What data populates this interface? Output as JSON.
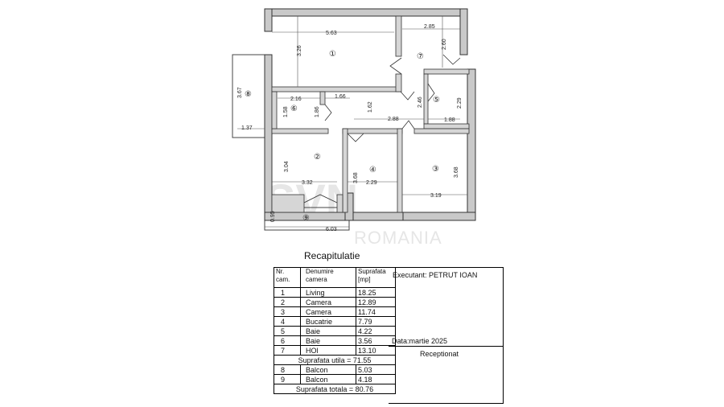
{
  "watermark": {
    "brand": "SVN",
    "country": "ROMANIA"
  },
  "plan": {
    "rooms": [
      {
        "id": "1",
        "label": "①"
      },
      {
        "id": "2",
        "label": "②"
      },
      {
        "id": "3",
        "label": "③"
      },
      {
        "id": "4",
        "label": "④"
      },
      {
        "id": "5",
        "label": "⑤"
      },
      {
        "id": "6",
        "label": "⑥"
      },
      {
        "id": "7",
        "label": "⑦"
      },
      {
        "id": "8",
        "label": "⑧"
      },
      {
        "id": "9",
        "label": "⑨"
      }
    ],
    "dimensions": [
      "5.63",
      "3.26",
      "2.85",
      "2.60",
      "3.67",
      "2.16",
      "1.66",
      "1.58",
      "1.86",
      "1.62",
      "2.46",
      "2.29",
      "2.88",
      "1.88",
      "1.37",
      "3.04",
      "3.32",
      "3.68",
      "2.29",
      "3.68",
      "3.19",
      "0.95",
      "6.03"
    ]
  },
  "recap": {
    "title": "Recapitulatie",
    "headers": {
      "nr": "Nr. cam.",
      "name": "Denumire camera",
      "area": "Suprafata [mp]"
    },
    "rows": [
      {
        "nr": "1",
        "name": "Living",
        "area": "18.25"
      },
      {
        "nr": "2",
        "name": "Camera",
        "area": "12.89"
      },
      {
        "nr": "3",
        "name": "Camera",
        "area": "11.74"
      },
      {
        "nr": "4",
        "name": "Bucatrie",
        "area": "7.79"
      },
      {
        "nr": "5",
        "name": "Baie",
        "area": "4.22"
      },
      {
        "nr": "6",
        "name": "Baie",
        "area": "3.56"
      },
      {
        "nr": "7",
        "name": "HOl",
        "area": "13.10"
      }
    ],
    "useful_total": "Suprafata utila = 71.55",
    "balcony_rows": [
      {
        "nr": "8",
        "name": "Balcon",
        "area": "5.03"
      },
      {
        "nr": "9",
        "name": "Balcon",
        "area": "4.18"
      }
    ],
    "grand_total": "Suprafata totala = 80.76"
  },
  "side": {
    "executant": "Executant: PETRUT IOAN",
    "date": "Data:martie 2025",
    "received": "Receptionat"
  }
}
